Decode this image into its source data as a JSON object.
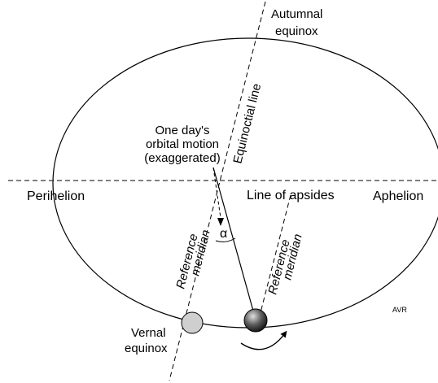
{
  "labels": {
    "autumnal_1": "Autumnal",
    "autumnal_2": "equinox",
    "equinoctial_line": "Equinoctial line",
    "orbital_1": "One day's",
    "orbital_2": "orbital motion",
    "orbital_3": "(exaggerated)",
    "perihelion": "Perihelion",
    "line_of_apsides": "Line of apsides",
    "aphelion": "Aphelion",
    "ref_left_1": "Reference",
    "ref_left_2": "meridian",
    "ref_right_1": "Reference",
    "ref_right_2": "meridian",
    "alpha": "α",
    "vernal_1": "Vernal",
    "vernal_2": "equinox",
    "credit": "AVR"
  },
  "colors": {
    "line": "#000000",
    "vernal_sun": "#cfcfcf",
    "earth_dark": "#1f1f1f",
    "earth_light": "#d6d6d6"
  }
}
